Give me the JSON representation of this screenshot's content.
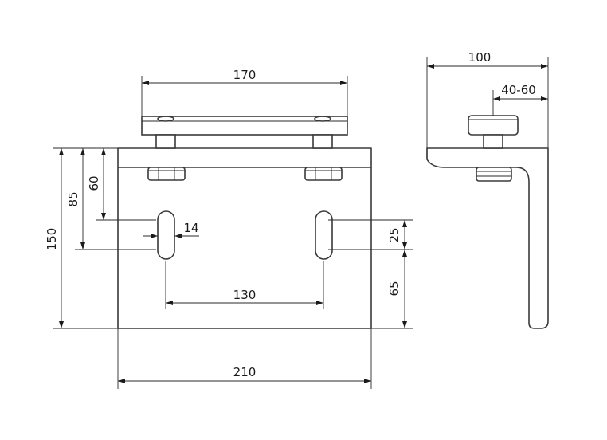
{
  "dimensions": {
    "top_width": "170",
    "overall_height": "150",
    "slot_top_height": "85",
    "slot_upper_height": "60",
    "slot_width": "14",
    "slot_spacing": "130",
    "plate_width": "210",
    "slot_length": "25",
    "slot_bottom_offset": "65",
    "side_depth": "100",
    "adjust_range": "40-60"
  },
  "colors": {
    "line": "#3a3a3a",
    "dimension": "#2a2a2a",
    "background": "#ffffff"
  }
}
